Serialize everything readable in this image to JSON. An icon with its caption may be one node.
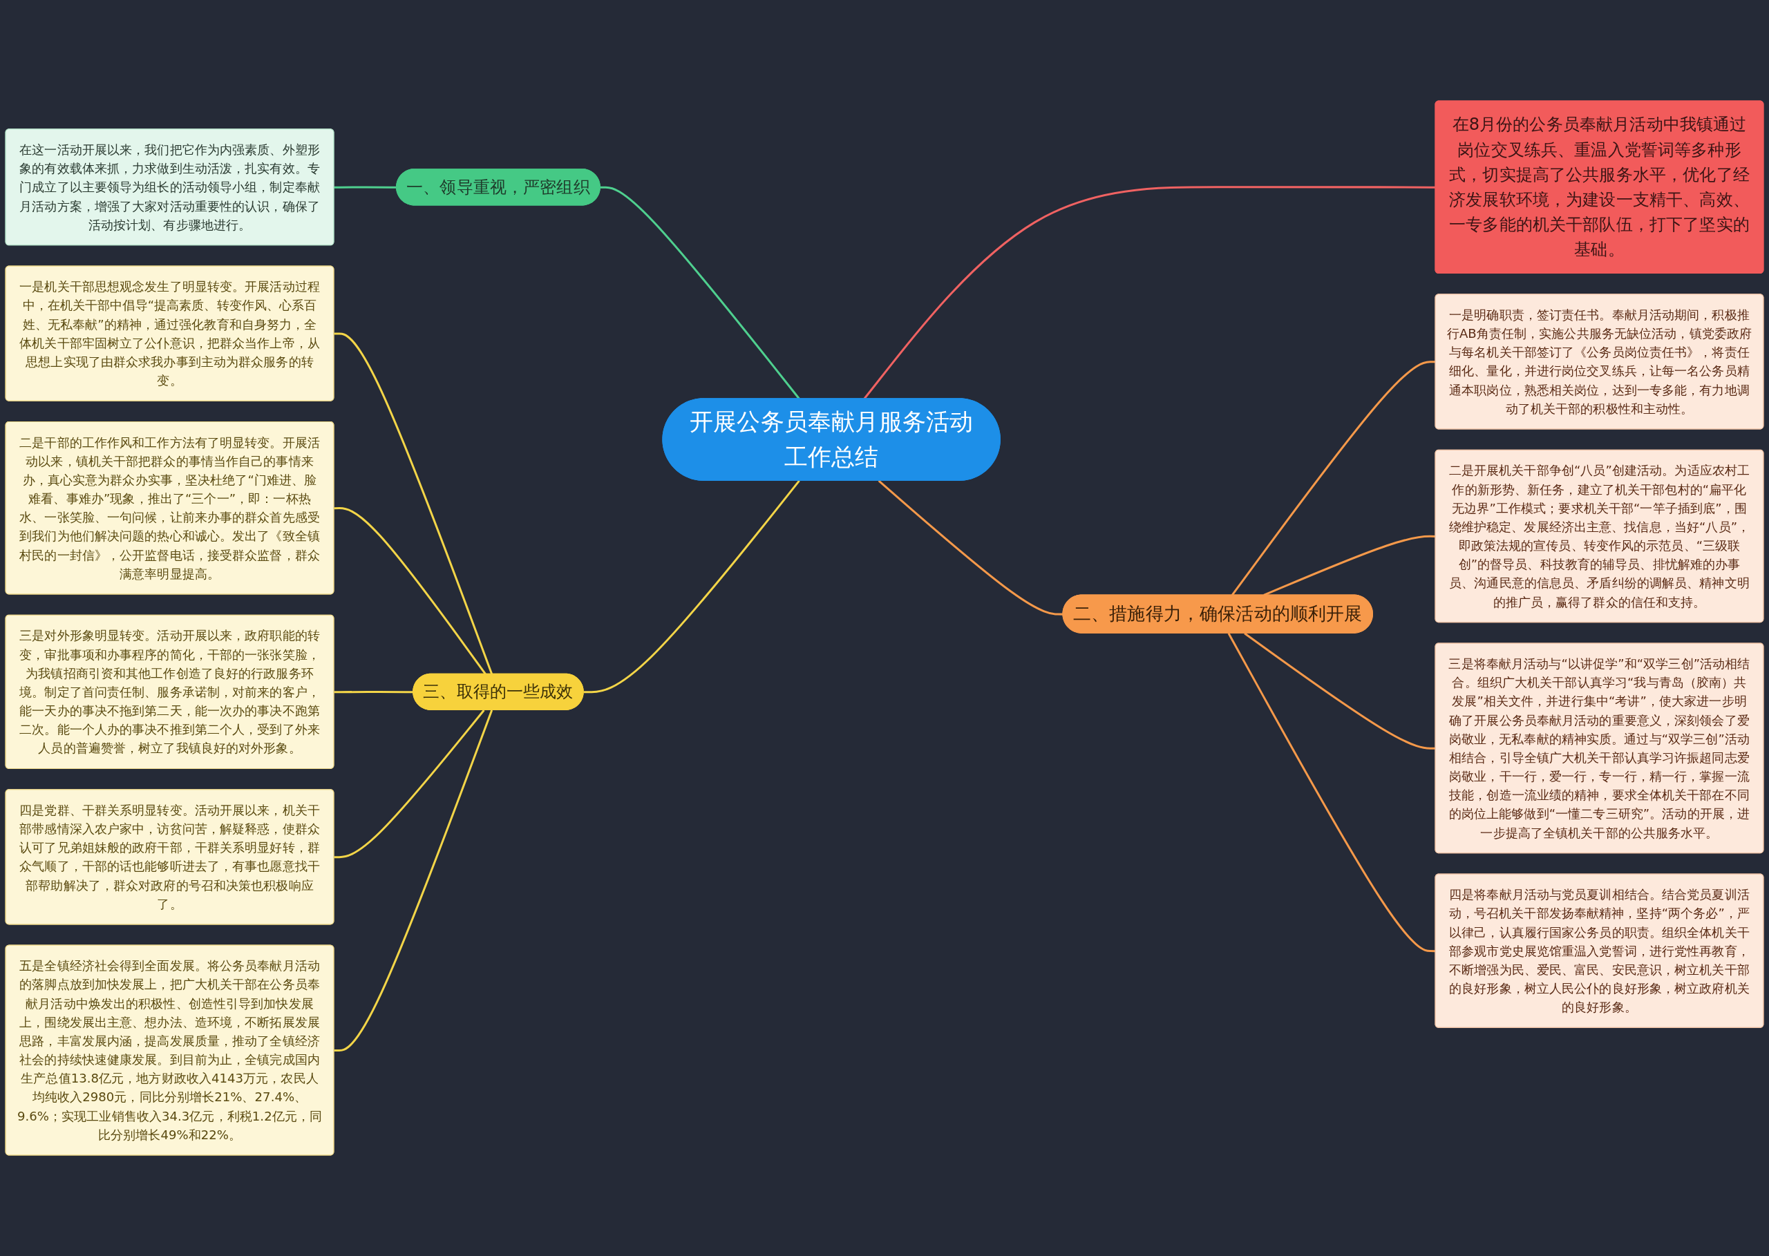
{
  "diagram": {
    "nodes": [
      {
        "text": [
          "开展公务员奉献月服务活动工作总结"
        ]
      },
      {
        "text": [
          "一、领导重视，严密组织"
        ]
      },
      {
        "text": [
          "在这一活动开展以来，我们把它作为内强素质、外塑形象的有效载体来抓，力求做到生动活泼，扎实有效。专门成立了以主要领导为组长的活动领导小组，制定奉献月活动方案，增强了大家对活动重要性的认识，确保了活动按计划、有步骤地进行。"
        ]
      },
      {
        "text": [
          "在8月份的公务员奉献月活动中我镇通过岗位交叉练兵、重温入党誓词等多种形式，切实提高了公共服务水平，优化了经济发展软环境，为建设一支精干、高效、一专多能的机关干部队伍，打下了坚实的基础。"
        ]
      },
      {
        "text": [
          "二、措施得力，确保活动的顺利开展"
        ]
      },
      {
        "text": [
          "一是明确职责，签订责任书。奉献月活动期间，积极推行AB角责任制，实施公共服务无缺位活动，镇党委政府与每名机关干部签订了《公务员岗位责任书》，将责任细化、量化，并进行岗位交叉练兵，让每一名公务员精通本职岗位，熟悉相关岗位，达到一专多能，有力地调动了机关干部的积极性和主动性。"
        ]
      },
      {
        "text": [
          "二是开展机关干部争创“八员”创建活动。为适应农村工作的新形势、新任务，建立了机关干部包村的“扁平化无边界”工作模式；要求机关干部“一竿子插到底”，围绕维护稳定、发展经济出主意、找信息，当好“八员”，即政策法规的宣传员、转变作风的示范员、“三级联创”的督导员、科技教育的辅导员、排忧解难的办事员、沟通民意的信息员、矛盾纠纷的调解员、精神文明的推广员，赢得了群众的信任和支持。"
        ]
      },
      {
        "text": [
          "三是将奉献月活动与“以讲促学”和“双学三创”活动相结合。组织广大机关干部认真学习“我与青岛（胶南）共发展”相关文件，并进行集中“考讲”，使大家进一步明确了开展公务员奉献月活动的重要意义，深刻领会了爱岗敬业，无私奉献的精神实质。通过与“双学三创”活动相结合，引导全镇广大机关干部认真学习许振超同志爱岗敬业，干一行，爱一行，专一行，精一行，掌握一流技能，创造一流业绩的精神，要求全体机关干部在不同的岗位上能够做到“一懂二专三研究”。活动的开展，进一步提高了全镇机关干部的公共服务水平。"
        ]
      },
      {
        "text": [
          "四是将奉献月活动与党员夏训相结合。结合党员夏训活动，号召机关干部发扬奉献精神，坚持“两个务必”，严以律己，认真履行国家公务员的职责。组织全体机关干部参观市党史展览馆重温入党誓词，进行党性再教育，不断增强为民、爱民、富民、安民意识，树立机关干部的良好形象，树立人民公仆的良好形象，树立政府机关的良好形象。"
        ]
      },
      {
        "text": [
          "三、取得的一些成效"
        ]
      },
      {
        "text": [
          "一是机关干部思想观念发生了明显转变。开展活动过程中，在机关干部中倡导“提高素质、转变作风、心系百姓、无私奉献”的精神，通过强化教育和自身努力，全体机关干部牢固树立了公仆意识，把群众当作上帝，从思想上实现了由群众求我办事到主动为群众服务的转变。"
        ]
      },
      {
        "text": [
          "二是干部的工作作风和工作方法有了明显转变。开展活动以来，镇机关干部把群众的事情当作自己的事情来办，真心实意为群众办实事，坚决杜绝了“门难进、脸难看、事难办”现象，推出了“三个一”，即：一杯热水、一张笑脸、一句问候，让前来办事的群众首先感受到我们为他们解决问题的热心和诚心。发出了《致全镇村民的一封信》，公开监督电话，接受群众监督，群众满意率明显提高。"
        ]
      },
      {
        "text": [
          "三是对外形象明显转变。活动开展以来，政府职能的转变，审批事项和办事程序的简化，干部的一张张笑脸，为我镇招商引资和其他工作创造了良好的行政服务环境。制定了首问责任制、服务承诺制，对前来的客户，能一天办的事决不拖到第二天，能一次办的事决不跑第二次。能一个人办的事决不推到第二个人，受到了外来人员的普遍赞誉，树立了我镇良好的对外形象。"
        ]
      },
      {
        "text": [
          "四是党群、干群关系明显转变。活动开展以来，机关干部带感情深入农户家中，访贫问苦，解疑释惑，使群众认可了兄弟姐妹般的政府干部，干群关系明显好转，群众气顺了，干部的话也能够听进去了，有事也愿意找干部帮助解决了，群众对政府的号召和决策也积极响应了。"
        ]
      },
      {
        "text": [
          "五是全镇经济社会得到全面发展。将公务员奉献月活动的落脚点放到加快发展上，把广大机关干部在公务员奉献月活动中焕发出的积极性、创造性引导到加快发展上，围绕发展出主意、想办法、造环境，不断拓展发展思路，丰富发展内涵，提高发展质量，推动了全镇经济社会的持续快速健康发展。到目前为止，全镇完成国内生产总值13.8亿元，地方财政收入4143万元，农民人均纯收入2980元，同比分别增长21%、27.4%、9.6%；实现工业销售收入34.3亿元，利税1.2亿元，同比分别增长49%和22%。"
        ]
      }
    ],
    "edges": [
      {
        "from": 1,
        "to": 0,
        "arrow": "none",
        "color": "#4fd08f"
      },
      {
        "from": 2,
        "to": 1,
        "arrow": "none",
        "color": "#4fd08f"
      },
      {
        "from": 0,
        "to": 3,
        "arrow": "none",
        "color": "#f06262"
      },
      {
        "from": 0,
        "to": 4,
        "arrow": "none",
        "color": "#f5994a"
      },
      {
        "from": 4,
        "to": 5,
        "arrow": "none",
        "color": "#f5994a"
      },
      {
        "from": 4,
        "to": 6,
        "arrow": "none",
        "color": "#f5994a"
      },
      {
        "from": 4,
        "to": 7,
        "arrow": "none",
        "color": "#f5994a"
      },
      {
        "from": 4,
        "to": 8,
        "arrow": "none",
        "color": "#f5994a"
      },
      {
        "from": 9,
        "to": 0,
        "arrow": "none",
        "color": "#f3d548"
      },
      {
        "from": 10,
        "to": 9,
        "arrow": "none",
        "color": "#f3d548"
      },
      {
        "from": 11,
        "to": 9,
        "arrow": "none",
        "color": "#f3d548"
      },
      {
        "from": 12,
        "to": 9,
        "arrow": "none",
        "color": "#f3d548"
      },
      {
        "from": 13,
        "to": 9,
        "arrow": "none",
        "color": "#f3d548"
      },
      {
        "from": 14,
        "to": 9,
        "arrow": "none",
        "color": "#f3d548"
      }
    ]
  }
}
